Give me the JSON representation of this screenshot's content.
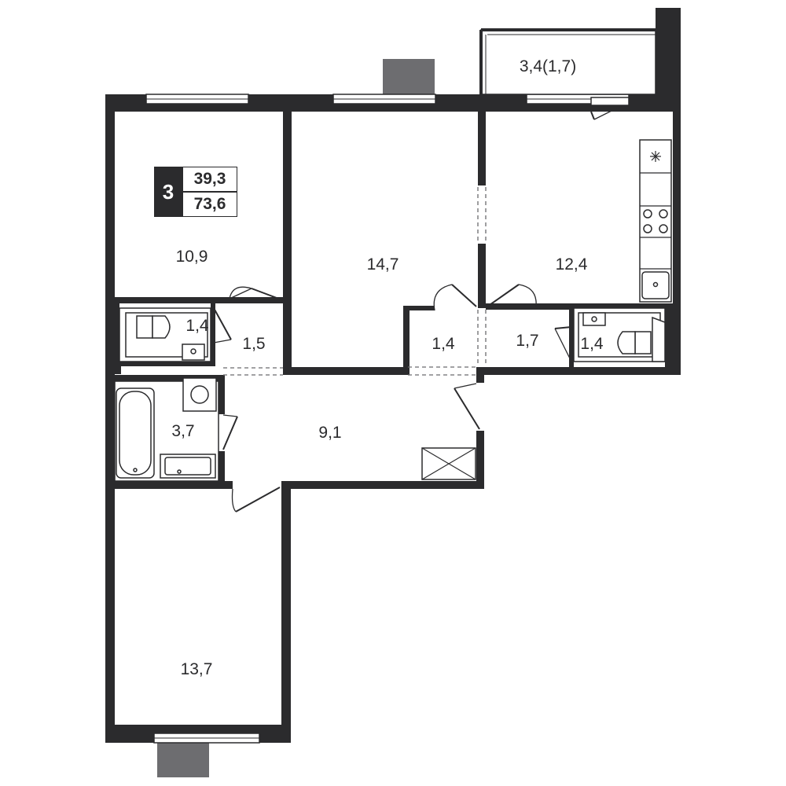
{
  "summary": {
    "rooms_count": "3",
    "living_area": "39,3",
    "total_area": "73,6"
  },
  "rooms": [
    {
      "id": "bedroom-top-left",
      "area": "10,9"
    },
    {
      "id": "living-room",
      "area": "14,7"
    },
    {
      "id": "kitchen",
      "area": "12,4"
    },
    {
      "id": "balcony",
      "area": "3,4(1,7)"
    },
    {
      "id": "toilet-left",
      "area": "1,4"
    },
    {
      "id": "hall-left",
      "area": "1,5"
    },
    {
      "id": "closet-middle",
      "area": "1,4"
    },
    {
      "id": "hall-right",
      "area": "1,7"
    },
    {
      "id": "toilet-right",
      "area": "1,4"
    },
    {
      "id": "bathroom",
      "area": "3,7"
    },
    {
      "id": "corridor",
      "area": "9,1"
    },
    {
      "id": "bedroom-bottom",
      "area": "13,7"
    }
  ],
  "colors": {
    "wall": "#2b2b2d",
    "vent": "#6d6d70",
    "background": "#ffffff"
  }
}
